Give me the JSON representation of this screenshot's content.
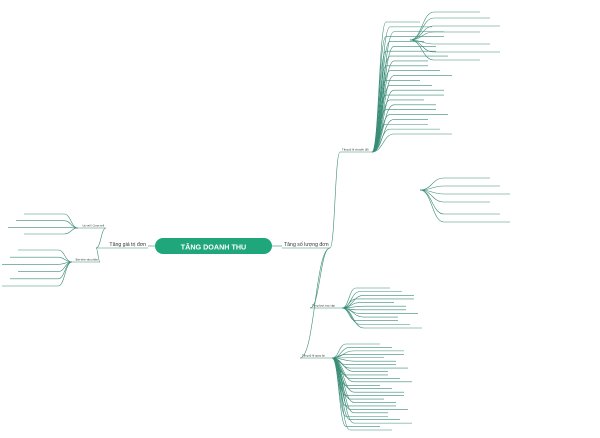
{
  "accent": "#1fa67a",
  "line_color": "#3a8c77",
  "root": {
    "label": "TĂNG DOANH THU"
  },
  "branches": [
    {
      "label": "Tăng số lượng đơn"
    },
    {
      "label": "Tăng giá trị đơn"
    }
  ],
  "sub_nodes": [
    {
      "label": "Tăng tỷ lệ chuyển đổi"
    },
    {
      "label": "Tăng lượt truy cập"
    },
    {
      "label": "Tăng tỷ lệ quay lại"
    },
    {
      "label": "Up sell / Cross sell"
    },
    {
      "label": "Bán kèm sản phẩm"
    }
  ],
  "leaf_text": ""
}
